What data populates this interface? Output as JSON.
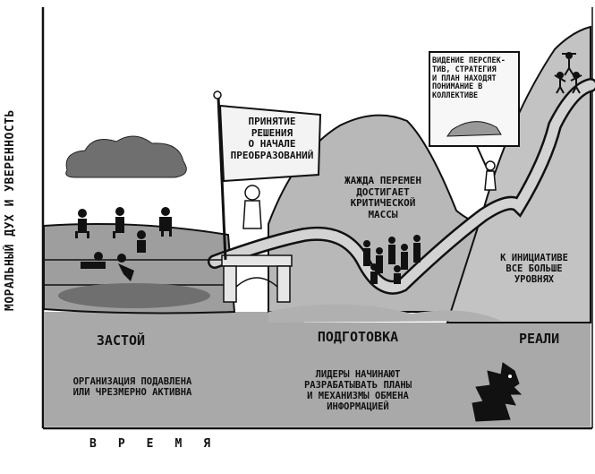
{
  "axes": {
    "y_label": "МОРАЛЬНЫЙ ДУХ И УВЕРЕННОСТЬ",
    "x_label": "ВРЕМЯ"
  },
  "stages": [
    {
      "title": "ЗАСТОЙ",
      "description": "ОРГАНИЗАЦИЯ ПОДАВЛЕНА\nИЛИ ЧРЕЗМЕРНО АКТИВНА"
    },
    {
      "title": "ПОДГОТОВКА",
      "description": "ЛИДЕРЫ НАЧИНАЮТ\nРАЗРАБАТЫВАТЬ ПЛАНЫ\nИ МЕХАНИЗМЫ ОБМЕНА\nИНФОРМАЦИЕЙ"
    },
    {
      "title": "РЕАЛИ",
      "description": ""
    }
  ],
  "flag_text": "ПРИНЯТИЕ\nРЕШЕНИЯ\nО НАЧАЛЕ\nПРЕОБРАЗОВАНИЙ",
  "critical_mass_text": "ЖАЖДА ПЕРЕМЕН\nДОСТИГАЕТ\nКРИТИЧЕСКОЙ\nМАССЫ",
  "vision_board_text": "ВИДЕНИЕ ПЕРСПЕК-\nТИВ, СТРАТЕГИЯ\nИ ПЛАН НАХОДЯТ\nПОНИМАНИЕ В\nКОЛЛЕКТИВЕ",
  "initiative_text": "К ИНИЦИАТИВЕ\nВСЕ БОЛЬШЕ\nУРОВНЯХ",
  "colors": {
    "ground": "#a9a9a9",
    "mountain": "#b8b8b8",
    "lowland": "#b0b0b0",
    "cloud": "#6f6f6f",
    "puddle": "#6f6f6f",
    "ink": "#111111",
    "road": "#d3d3d3",
    "paper": "#f7f7f7"
  },
  "icons": [
    "cloud-icon",
    "flag-icon",
    "bridge-icon",
    "person-icon",
    "sign-board-icon",
    "monster-icon",
    "dancer-icon"
  ]
}
